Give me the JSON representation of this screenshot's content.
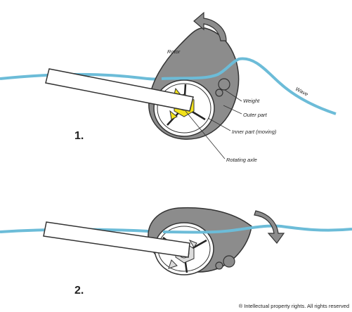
{
  "diagram": {
    "step1": {
      "number": "1.",
      "labels": {
        "rotor": "Rotor",
        "wave": "Wave",
        "weight": "Weight",
        "outer_part": "Outer part",
        "inner_part": "Inner part (moving)",
        "axle": "Rotating axle"
      }
    },
    "step2": {
      "number": "2."
    },
    "copyright": "® Intellectual property rights. All rights reserved"
  },
  "colors": {
    "water": "#6cbcd8",
    "rotor_fill": "#8c8c8c",
    "rotor_stroke": "#333333",
    "arm_fill": "#ffffff",
    "axle_yellow": "#f2e21a",
    "inner_white": "#ffffff"
  },
  "icons": {
    "rotation_arrow_1": "counterclockwise-arrow-icon",
    "rotation_arrow_2": "clockwise-arrow-icon"
  }
}
